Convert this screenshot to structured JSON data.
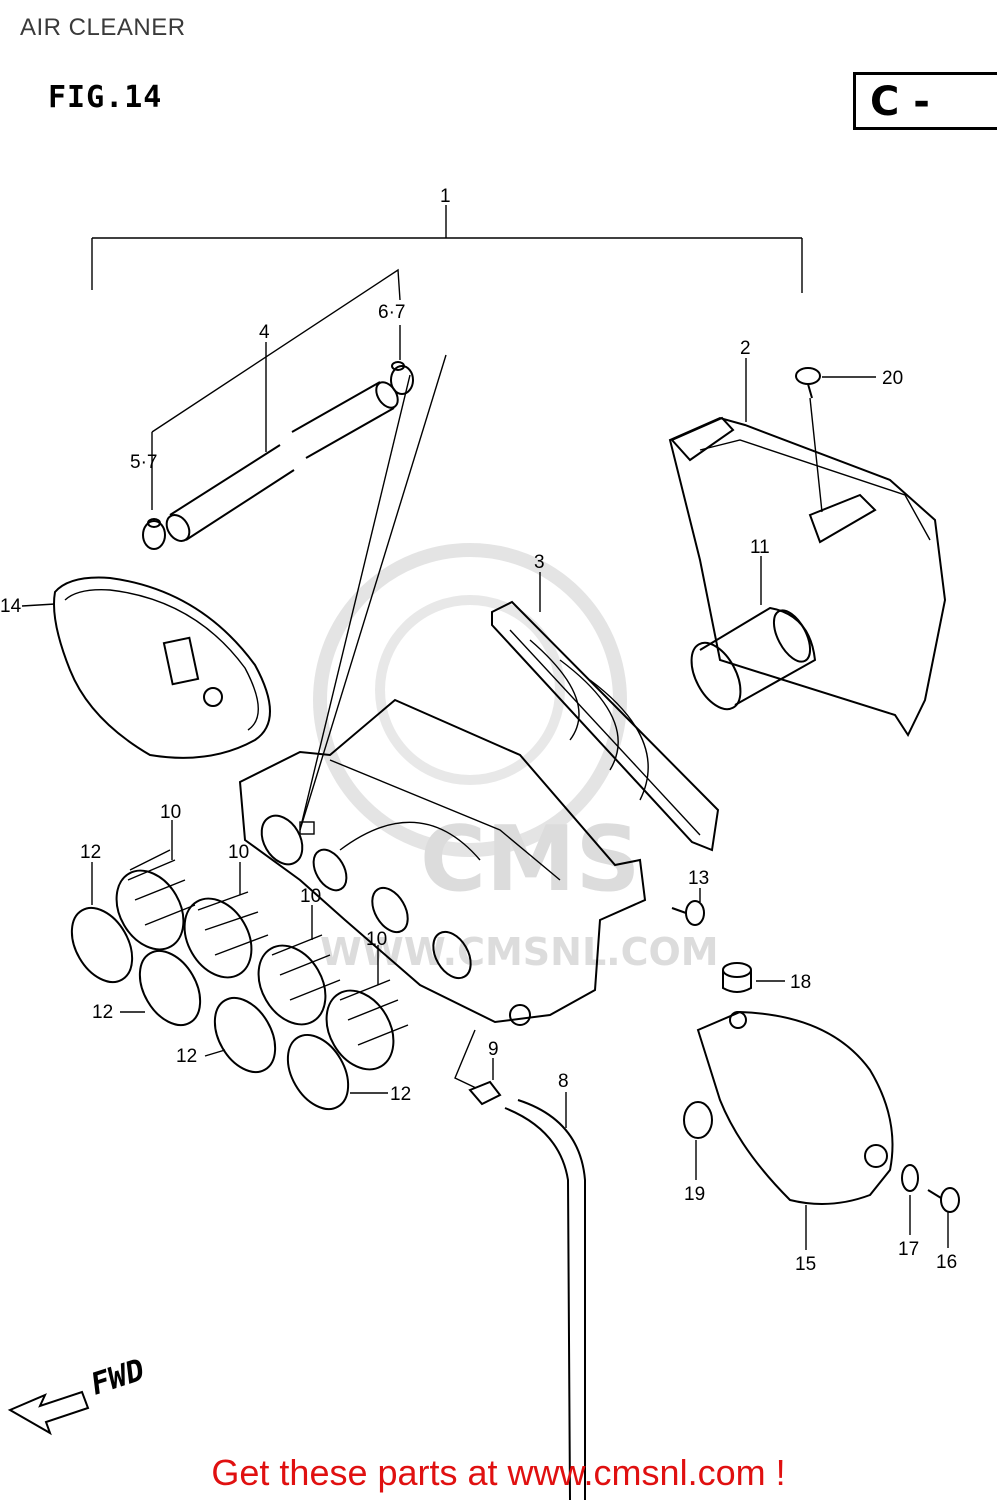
{
  "header": {
    "title": "AIR CLEANER",
    "figure": "FIG.14",
    "section_code": "C -"
  },
  "watermark": {
    "brand": "CMS",
    "site": "WWW.CMSNL.COM"
  },
  "orientation": {
    "label": "FWD"
  },
  "callouts": {
    "c1": "1",
    "c2": "2",
    "c3": "3",
    "c4": "4",
    "c57": "5·7",
    "c67": "6·7",
    "c8": "8",
    "c9": "9",
    "c10a": "10",
    "c10b": "10",
    "c10c": "10",
    "c10d": "10",
    "c11": "11",
    "c12a": "12",
    "c12b": "12",
    "c12c": "12",
    "c12d": "12",
    "c13": "13",
    "c14": "14",
    "c15": "15",
    "c16": "16",
    "c17": "17",
    "c18": "18",
    "c19": "19",
    "c20": "20"
  },
  "footer": {
    "link_text": "Get these parts at www.cmsnl.com !"
  },
  "colors": {
    "footer": "#e01010",
    "line_art": "#000000",
    "watermark": "#d9d9d9"
  }
}
